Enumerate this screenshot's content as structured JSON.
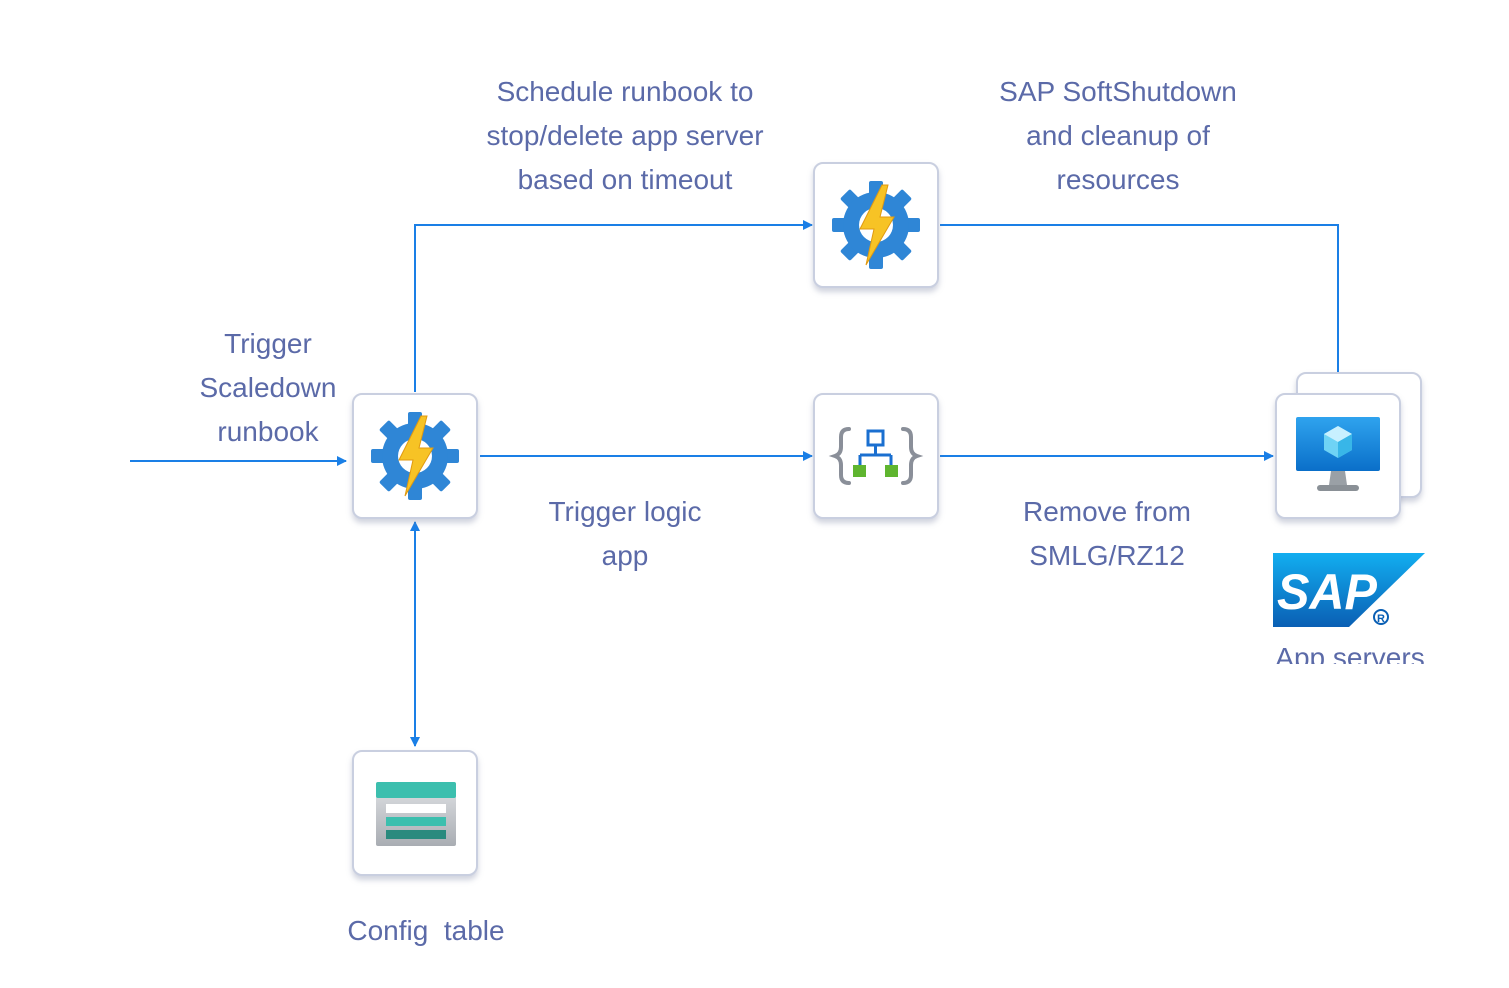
{
  "labels": {
    "trigger_scaledown": [
      "Trigger",
      "Scaledown",
      "runbook"
    ],
    "schedule_runbook": [
      "Schedule runbook to",
      "stop/delete app server",
      "based on timeout"
    ],
    "sap_softshutdown": [
      "SAP SoftShutdown",
      "and cleanup of",
      "resources"
    ],
    "trigger_logic_app": [
      "Trigger logic",
      "app"
    ],
    "remove_from": [
      "Remove from",
      "SMLG/RZ12"
    ],
    "config_table": "Config  table",
    "app_servers": "App servers",
    "sap_logo_text": "SAP"
  },
  "icons": {
    "runbook_main": "automation-runbook-icon",
    "runbook_scheduled": "automation-runbook-icon",
    "logic_app": "logic-app-icon",
    "config_table": "storage-table-icon",
    "app_servers": "virtual-machine-icon",
    "sap": "sap-logo-icon"
  },
  "colors": {
    "connector": "#1a7fe6",
    "label_text": "#5b6aa8",
    "node_border": "#c9cfe0",
    "sap_blue": "#0a66c2"
  }
}
